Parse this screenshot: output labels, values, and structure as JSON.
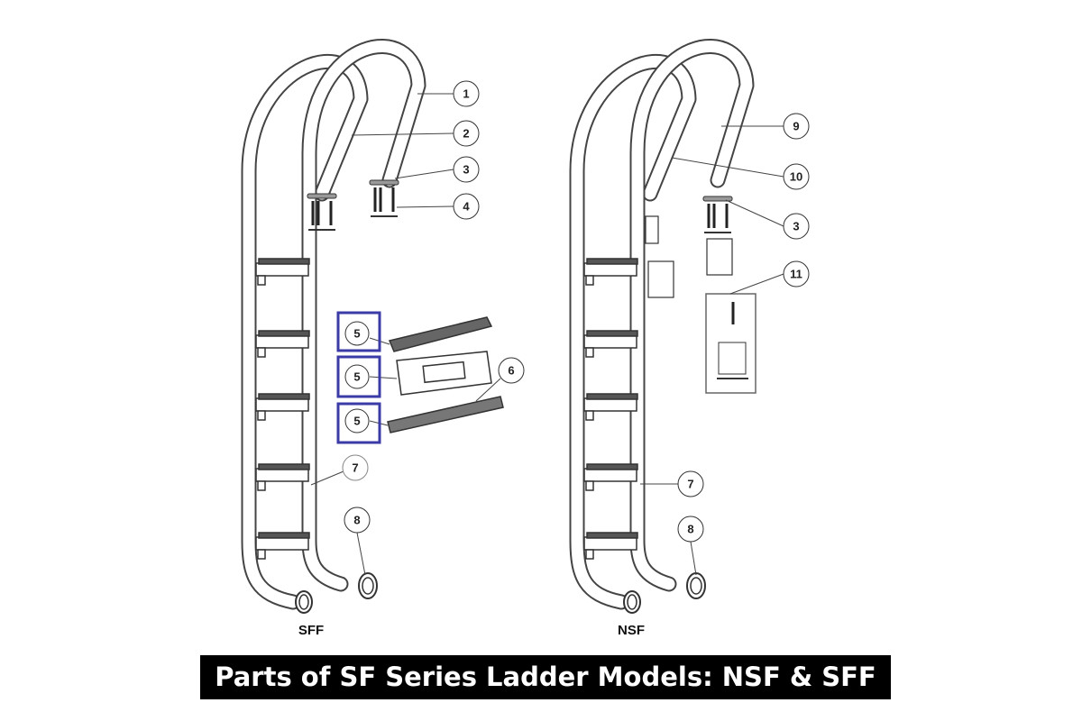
{
  "title": "Parts of SF Series Ladder Models: NSF & SFF",
  "models": {
    "left": "SFF",
    "right": "NSF"
  },
  "callouts_sff": [
    "1",
    "2",
    "3",
    "4",
    "5",
    "5",
    "5",
    "6",
    "7",
    "8"
  ],
  "callouts_nsf": [
    "9",
    "10",
    "3",
    "11",
    "7",
    "8"
  ],
  "colors": {
    "highlight": "#3b3ba8",
    "line": "#333333",
    "title_bg": "#000000",
    "title_text": "#ffffff"
  }
}
